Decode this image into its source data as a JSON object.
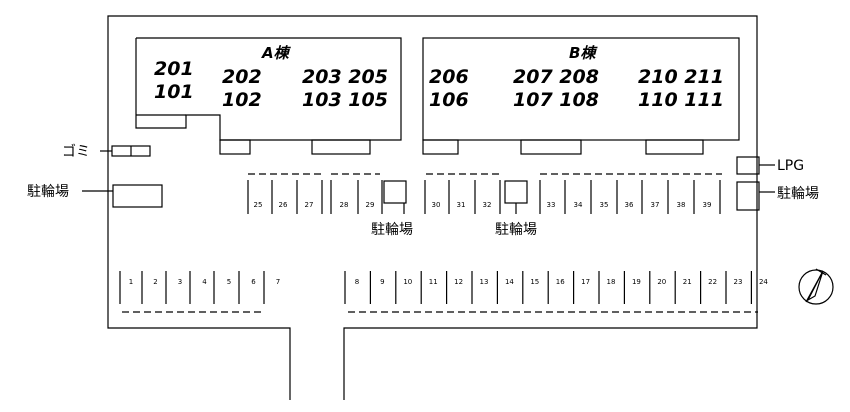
{
  "building_a": {
    "name": "A棟",
    "units": [
      {
        "top": "201",
        "bottom": "101"
      },
      {
        "top": "202",
        "bottom": "102"
      },
      {
        "top": "203 205",
        "bottom": "103 105"
      }
    ]
  },
  "building_b": {
    "name": "B棟",
    "units": [
      {
        "top": "206",
        "bottom": "106"
      },
      {
        "top": "207 208",
        "bottom": "107 108"
      },
      {
        "top": "210 211",
        "bottom": "110 111"
      }
    ]
  },
  "labels": {
    "garbage": "ゴミ",
    "lpg": "LPG",
    "bicycle_left": "駐輪場",
    "bicycle_right": "駐輪場",
    "bicycle_center_1": "駐輪場",
    "bicycle_center_2": "駐輪場"
  },
  "parking_spaces": {
    "top_row": [
      "25",
      "26",
      "27",
      "28",
      "29",
      "30",
      "31",
      "32",
      "33",
      "34",
      "35",
      "36",
      "37",
      "38",
      "39"
    ],
    "bottom_row": [
      "1",
      "2",
      "3",
      "4",
      "5",
      "6",
      "7",
      "8",
      "9",
      "10",
      "11",
      "12",
      "13",
      "14",
      "15",
      "16",
      "17",
      "18",
      "19",
      "20",
      "21",
      "22",
      "23",
      "24"
    ]
  },
  "compass": {
    "icon": "north-arrow-icon"
  }
}
